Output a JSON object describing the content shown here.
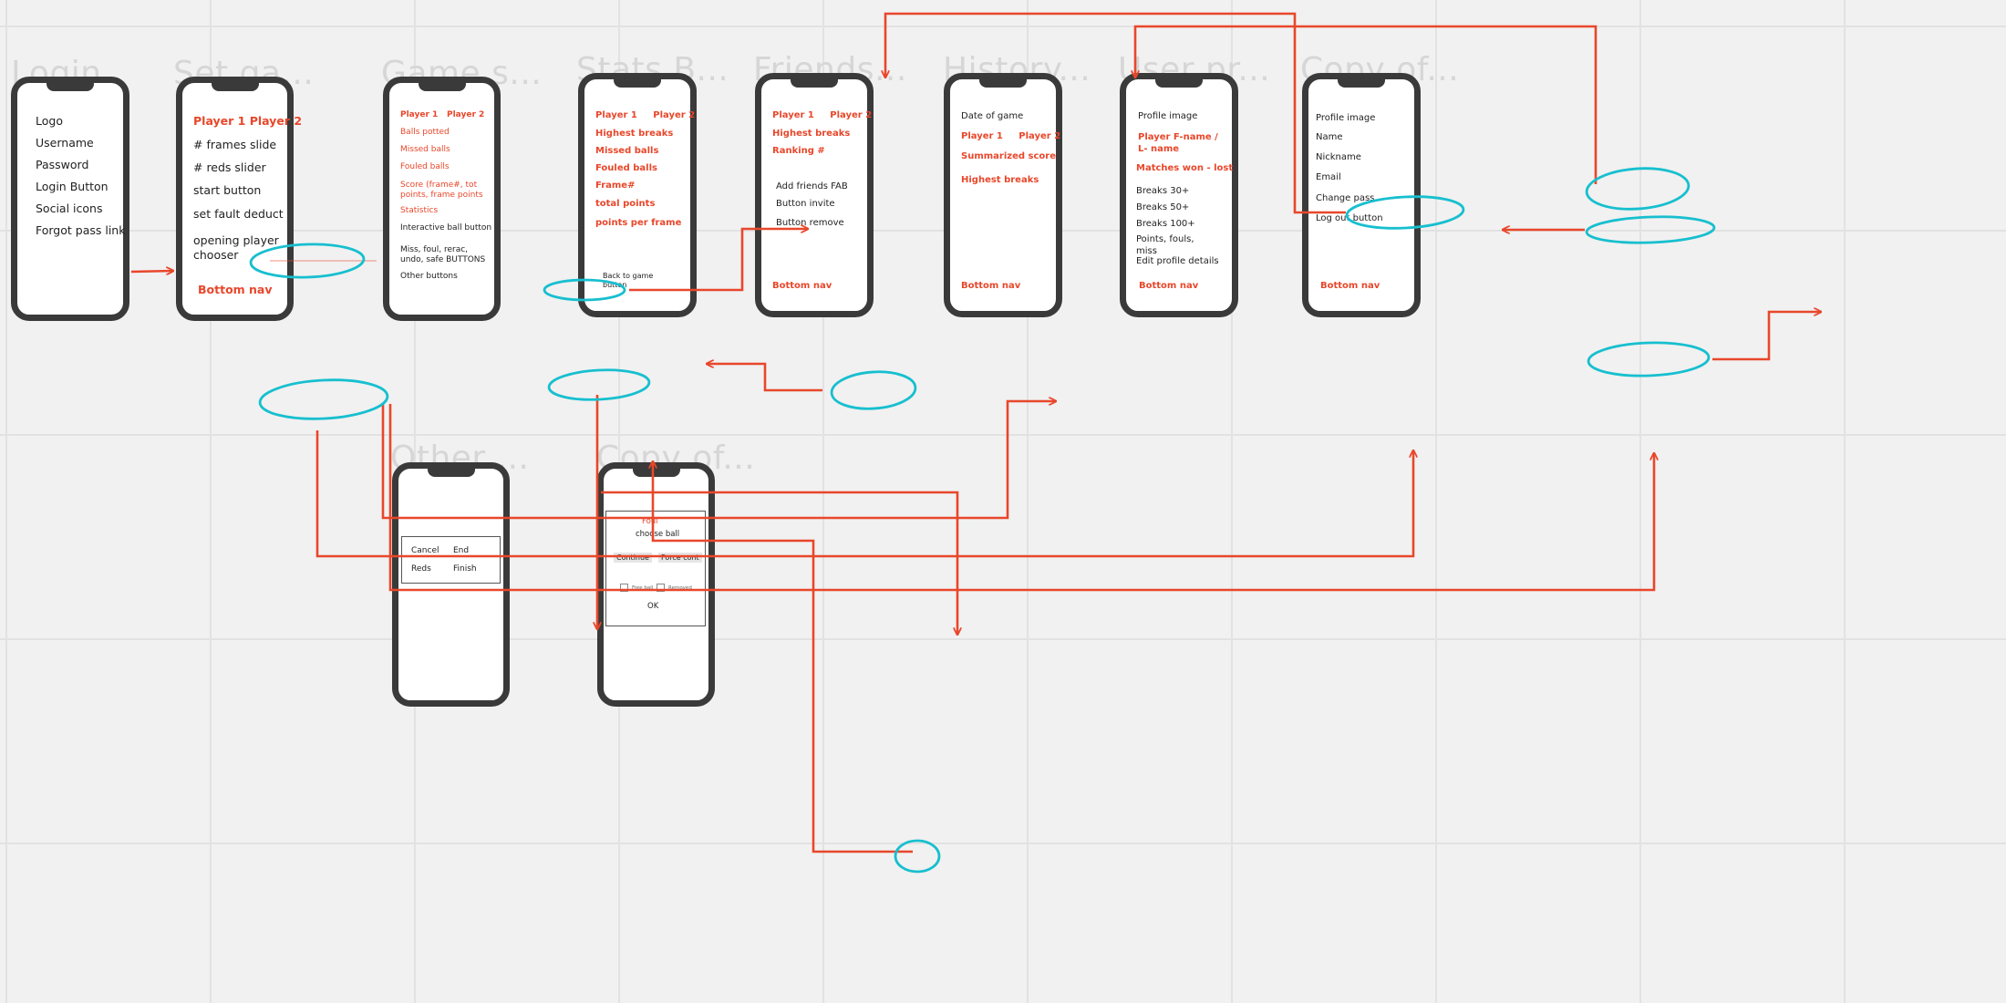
{
  "frames": [
    {
      "id": "login",
      "title": "Login",
      "items": [
        "Logo",
        "Username",
        "Password",
        "Login Button",
        "Social icons",
        "Forgot pass link"
      ]
    },
    {
      "id": "setgame",
      "title": "Set ga...",
      "items": [
        "Player 1  Player 2",
        "# frames slide",
        "# reds slider",
        "start button",
        "set fault deduct",
        "opening player chooser",
        "Bottom nav"
      ]
    },
    {
      "id": "gamescreen",
      "title": "Game s...",
      "players": [
        "Player 1",
        "Player 2"
      ],
      "items": [
        "Balls potted",
        "Missed balls",
        "Fouled balls",
        "Score (frame#, tot points, frame points",
        "Statistics",
        "Interactive ball button",
        "Miss, foul, rerac, undo, safe BUTTONS",
        "Other buttons"
      ]
    },
    {
      "id": "stats",
      "title": "Stats B...",
      "items": [
        "Player 1     Player 2",
        "Highest breaks",
        "Missed balls",
        "Fouled balls",
        "Frame#",
        "total points",
        "points per frame",
        "Back to game button"
      ]
    },
    {
      "id": "friends",
      "title": "Friends...",
      "items": [
        "Player 1     Player 2",
        "Highest breaks",
        "Ranking #",
        "Add friends FAB",
        "Button invite",
        "Button remove",
        "Bottom nav"
      ]
    },
    {
      "id": "history",
      "title": "History...",
      "items": [
        "Date of game",
        "Player 1     Player 2",
        "Summarized score",
        "Highest breaks",
        "Bottom nav"
      ]
    },
    {
      "id": "userprofile",
      "title": "User pr...",
      "items": [
        "Profile image",
        "Player F-name / L- name",
        "Matches won - lost",
        "Breaks 30+",
        "Breaks 50+",
        "Breaks 100+",
        "Points, fouls, miss",
        "Edit profile details",
        "Bottom nav"
      ]
    },
    {
      "id": "copyof",
      "title": "Copy of...",
      "items": [
        "Profile image",
        "Name",
        "Nickname",
        "Email",
        "Change pass",
        "Log out button",
        "Bottom nav"
      ]
    },
    {
      "id": "other",
      "title": "Other ...",
      "buttons": [
        "Cancel",
        "End",
        "Reds",
        "Finish"
      ]
    },
    {
      "id": "copyof2",
      "title": "Copy of...",
      "items": [
        "Foul",
        "choose ball",
        "Continue",
        "Force cont",
        "Free ball",
        "Removed",
        "OK"
      ]
    }
  ],
  "colors": {
    "connector": "#e8472b",
    "highlight": "#17bfcf",
    "phone_border": "#3a3a3a",
    "title": "#d6d6d6"
  }
}
